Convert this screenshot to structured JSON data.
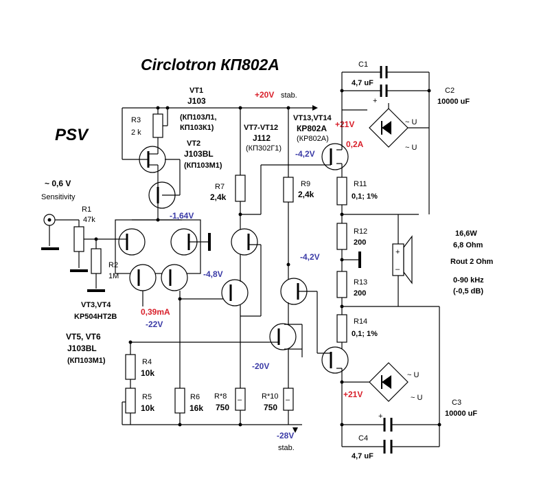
{
  "title": "Circlotron  КП802А",
  "psv": "PSV",
  "input": {
    "voltage": "~ 0,6 V",
    "label": "Sensitivity"
  },
  "labels": {
    "vt1": "VT1",
    "vt1_part": "J103",
    "vt2_alt1": "(КП103Л1,",
    "vt2_alt2": "КП103К1)",
    "vt2": "VT2",
    "vt2_part": "J103BL",
    "vt2_alt": "(КП103М1)",
    "r3": "R3",
    "r3_val": "2 k",
    "r1": "R1",
    "r1_val": "47k",
    "r2": "R2",
    "r2_val": "1M",
    "vt34": "VT3,VT4",
    "vt34_part": "KP504HT2B",
    "vt56": "VT5, VT6",
    "vt56_part": "J103BL",
    "vt56_alt": "(КП103М1)",
    "r4": "R4",
    "r4_val": "10k",
    "r5": "R5",
    "r5_val": "10k",
    "r6": "R6",
    "r6_val": "16k",
    "r7": "R7",
    "r7_val": "2,4k",
    "r8": "R*8",
    "r8_val": "750",
    "r9": "R9",
    "r9_val": "2,4k",
    "r10": "R*10",
    "r10_val": "750",
    "vt712": "VT7-VT12",
    "vt712_part": "J112",
    "vt712_alt": "(КП302Г1)",
    "vt1314": "VT13,VT14",
    "vt1314_part": "КР802А",
    "vt1314_alt": "(КР802А)",
    "supply_pos": "+20V",
    "supply_pos_unit": "stab.",
    "supply_neg": "-28V",
    "supply_neg_unit": "stab.",
    "c1": "C1",
    "c1_val": "4,7 uF",
    "c2": "C2",
    "c2_val": "10000 uF",
    "c3": "C3",
    "c3_val": "10000 uF",
    "c4": "C4",
    "c4_val": "4,7  uF",
    "r11": "R11",
    "r11_val": "0,1; 1%",
    "r12": "R12",
    "r12_val": "200",
    "r13": "R13",
    "r13_val": "200",
    "r14": "R14",
    "r14_val": "0,1; 1%",
    "u1": "~ U",
    "u2": "~ U",
    "u3": "~ U",
    "u4": "~ U",
    "plus": "+",
    "minus": "–"
  },
  "voltages": {
    "v1": "-1,64V",
    "v2": "-4,8V",
    "v3": "0,39mA",
    "v4": "-22V",
    "v5": "-4,2V",
    "v6": "-4,2V",
    "v7": "-20V",
    "p21a": "+21V",
    "p21b": "+21V",
    "i02": "0,2A"
  },
  "specs": {
    "power": "16,6W",
    "load": "6,8 Ohm",
    "rout": "Rout 2 Ohm",
    "bw": "0-90 kHz",
    "bw_db": "(-0,5 dB)"
  },
  "colors": {
    "red": "#d81f2a",
    "blue": "#3a3aa6"
  }
}
